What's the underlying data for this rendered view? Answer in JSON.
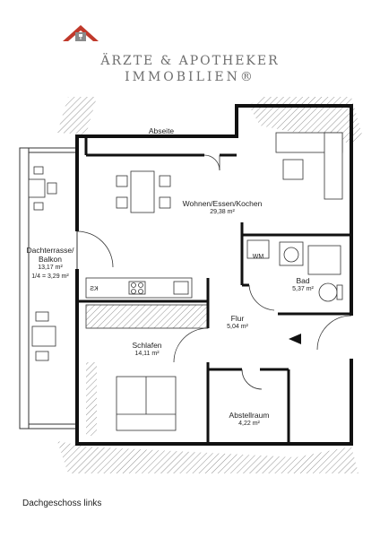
{
  "brand": {
    "line1": "ÄRZTE & APOTHEKER",
    "line2": "IMMOBILIEN®",
    "logo_color": "#c0392b",
    "logo_icon": "house-logo-icon"
  },
  "rooms": {
    "abseite": {
      "name": "Abseite"
    },
    "wohnen": {
      "name": "Wohnen/Essen/Kochen",
      "area": "29,38 m²"
    },
    "dachterrasse": {
      "name_line1": "Dachterrasse/",
      "name_line2": "Balkon",
      "area": "13,17 m²",
      "quarter": "1/4 = 3,29 m²"
    },
    "bad": {
      "name": "Bad",
      "area": "5,37 m²"
    },
    "flur": {
      "name": "Flur",
      "area": "5,04 m²"
    },
    "schlafen": {
      "name": "Schlafen",
      "area": "14,11 m²"
    },
    "abstellraum": {
      "name": "Abstellraum",
      "area": "4,22 m²"
    }
  },
  "fixtures": {
    "wm_label": "WM",
    "ks_label": "KS"
  },
  "caption": "Dachgeschoss links"
}
